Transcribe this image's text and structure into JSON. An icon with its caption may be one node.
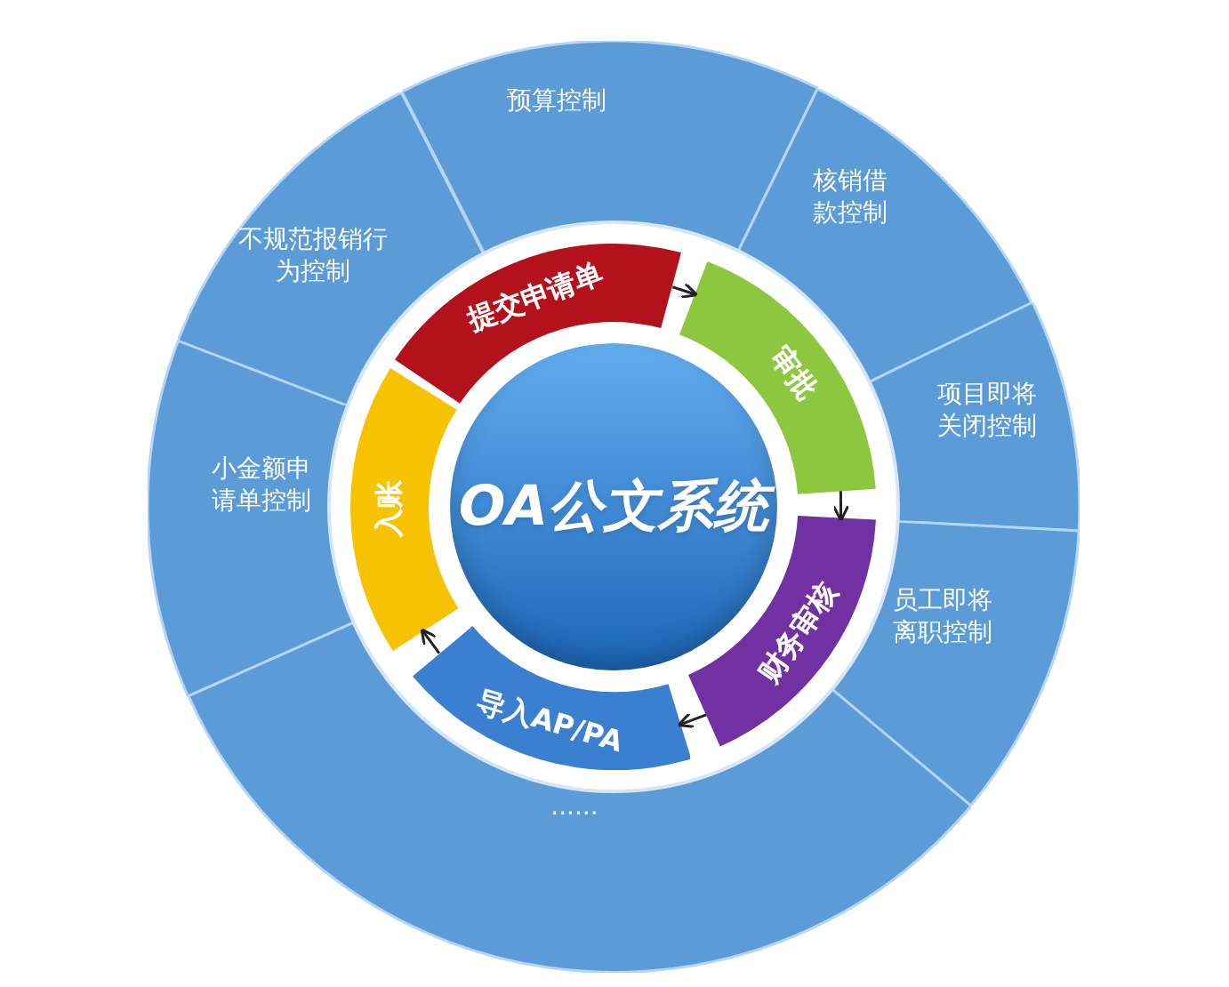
{
  "diagram": {
    "nodes": [
      {
        "text": [
          "OA公文系统"
        ]
      },
      {
        "text": [
          "提交申请单"
        ]
      },
      {
        "text": [
          "审批"
        ]
      },
      {
        "text": [
          "财务审核"
        ]
      },
      {
        "text": [
          "导入AP/PA"
        ]
      },
      {
        "text": [
          "入账"
        ]
      },
      {
        "text": [
          "预算控制"
        ]
      },
      {
        "text": [
          "核销借款控制"
        ]
      },
      {
        "text": [
          "项目即将关闭控制"
        ]
      },
      {
        "text": [
          "员工即将离职控制"
        ]
      },
      {
        "text": [
          "......"
        ]
      },
      {
        "text": [
          "小金额申请单控制"
        ]
      },
      {
        "text": [
          "不规范报销行为控制"
        ]
      }
    ],
    "edges": [
      {
        "from": 1,
        "to": 2,
        "arrow": "to"
      },
      {
        "from": 2,
        "to": 3,
        "arrow": "to"
      },
      {
        "from": 3,
        "to": 4,
        "arrow": "to"
      },
      {
        "from": 4,
        "to": 5,
        "arrow": "to"
      }
    ]
  }
}
